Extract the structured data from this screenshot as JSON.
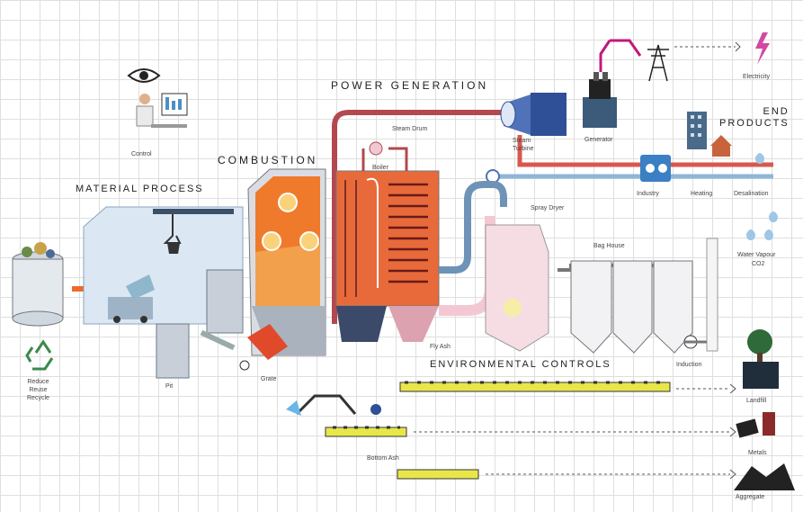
{
  "sections": {
    "power_generation": "POWER GENERATION",
    "combustion": "COMBUSTION",
    "material_process": "MATERIAL PROCESS",
    "end_products_1": "END",
    "end_products_2": "PRODUCTS",
    "environmental_controls": "ENVIRONMENTAL CONTROLS"
  },
  "labels": {
    "control": "Control",
    "electricity": "Electricity",
    "steam_drum": "Steam Drum",
    "boiler": "Boiler",
    "steam_turbine_1": "Steam",
    "steam_turbine_2": "Turbine",
    "generator": "Generator",
    "industry": "Industry",
    "heating": "Heating",
    "desalination": "Desalination",
    "spray_dryer": "Spray Dryer",
    "bag_house": "Bag House",
    "water_vapor": "Water Vapour",
    "co2": "CO2",
    "reduce": "Reduce",
    "reuse": "Reuse",
    "recycle": "Recycle",
    "pit": "Pit",
    "grate": "Grate",
    "fly_ash": "Fly Ash",
    "induction_fan": "Induction",
    "landfill": "Landfill",
    "bottom_ash": "Bottom Ash",
    "metals": "Metals",
    "aggregate": "Aggregate"
  },
  "colors": {
    "fire_orange": "#f07a2c",
    "fire_light": "#f9b27a",
    "steam_red": "#b3484f",
    "water_blue": "#8fb5d9",
    "silo_blue": "#dbe7f3",
    "spray_pink": "#f6dde4",
    "conveyor_yellow": "#e9e64a",
    "magenta": "#c2187a"
  },
  "icons": [
    "eye-icon",
    "operator-icon",
    "lightning-icon",
    "transmission-tower-icon",
    "recycle-icon",
    "tree-icon",
    "factory-icon",
    "house-icon",
    "water-drop-icon"
  ]
}
